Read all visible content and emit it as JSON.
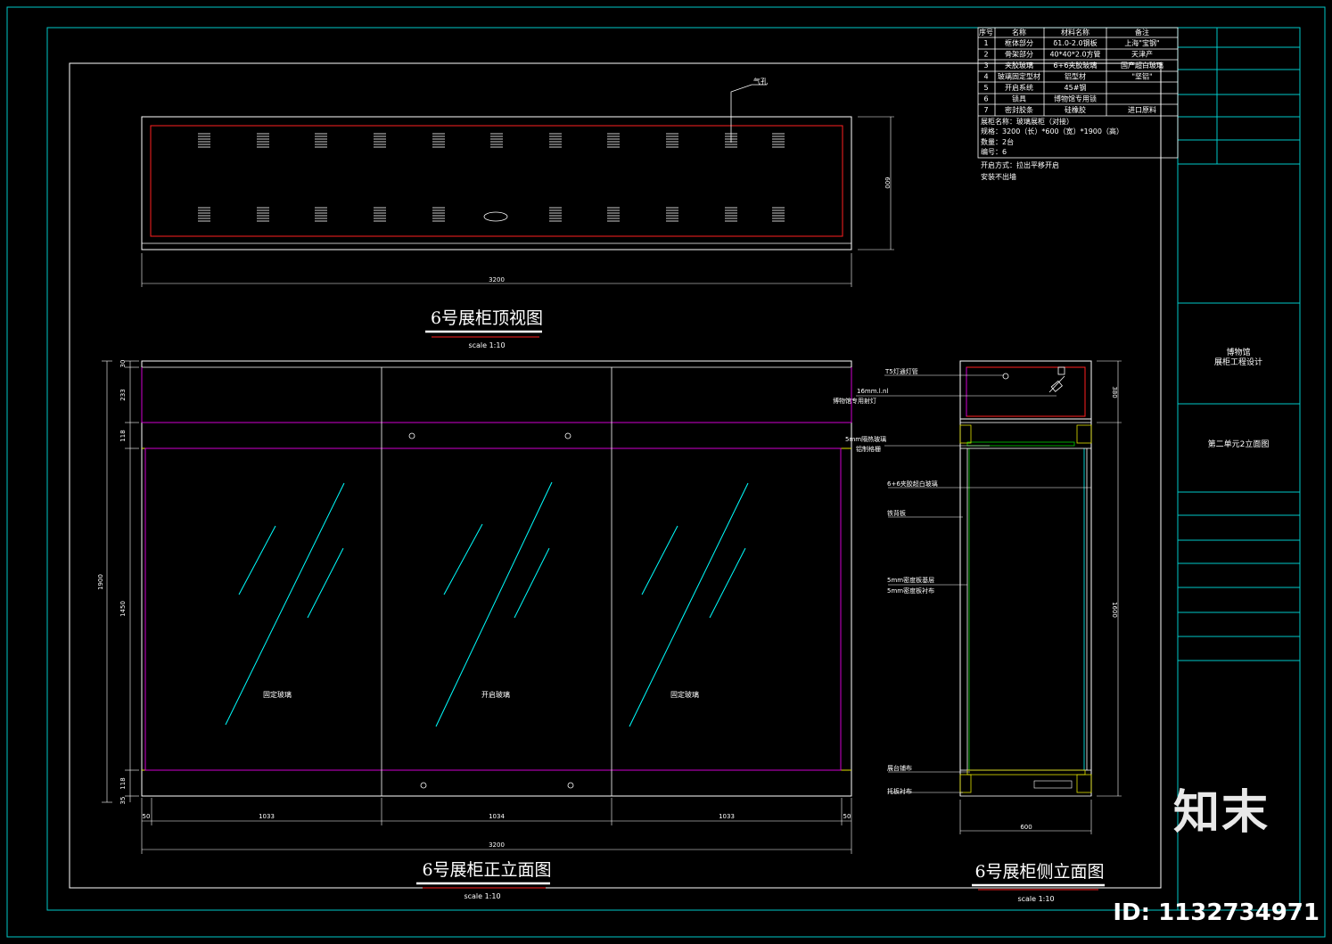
{
  "views": {
    "top_title": "6号展柜顶视图",
    "front_title": "6号展柜正立面图",
    "side_title": "6号展柜侧立面图",
    "scale": "scale 1:10"
  },
  "top_view": {
    "vent_label": "气孔",
    "dim_length": "3200",
    "dim_depth": "600"
  },
  "front_view": {
    "left_dims": [
      "30",
      "233",
      "118",
      "1450",
      "118",
      "35"
    ],
    "overall_height": "1900",
    "bottom_dims": [
      "50",
      "1033",
      "1034",
      "1033",
      "50"
    ],
    "overall_length": "3200",
    "glass_labels": [
      "固定玻璃",
      "开启玻璃",
      "固定玻璃"
    ]
  },
  "side_view": {
    "callouts": [
      "T5灯通灯管",
      "16mm.l.nl",
      "博物馆专用射灯",
      "5mm隔热玻璃",
      "铝制格栅",
      "6+6夹胶超白玻璃",
      "铁背板",
      "5mm密度板基层",
      "5mm密度板衬布",
      "展台铺布",
      "托板衬布"
    ],
    "dim_top": "380",
    "dim_height": "1600",
    "dim_width": "600"
  },
  "material_table": {
    "headers": [
      "序号",
      "名称",
      "材料名称",
      "备注"
    ],
    "rows": [
      [
        "1",
        "框体部分",
        "δ1.0-2.0钢板",
        "上海\"宝钢\""
      ],
      [
        "2",
        "骨架部分",
        "40*40*2.0方管",
        "天津产"
      ],
      [
        "3",
        "夹胶玻璃",
        "6+6夹胶玻璃",
        "国产超白玻璃"
      ],
      [
        "4",
        "玻璃固定型材",
        "铝型材",
        "\"坚铝\""
      ],
      [
        "5",
        "开启系统",
        "45#钢",
        ""
      ],
      [
        "6",
        "锁具",
        "博物馆专用锁",
        ""
      ],
      [
        "7",
        "密封胶条",
        "硅橡胶",
        "进口原料"
      ]
    ],
    "notes": [
      "展柜名称：玻璃展柜（对接）",
      "规格：3200（长）*600（宽）*1900（高）",
      "数量：2台",
      "编号：6",
      "开启方式：拉出平移开启",
      "安装不出墙"
    ]
  },
  "title_block": {
    "project_line1": "博物馆",
    "project_line2": "展柜工程设计",
    "sheet": "第二单元2立面图"
  },
  "watermark": {
    "brand": "知末",
    "id": "ID: 1132734971"
  },
  "colors": {
    "background": "#000000",
    "frame": "#00c8c8",
    "cyan": "#00ffff",
    "red": "#ff2020",
    "magenta": "#d000d0",
    "yellow": "#e0e000",
    "white": "#ffffff",
    "green": "#00d000"
  }
}
